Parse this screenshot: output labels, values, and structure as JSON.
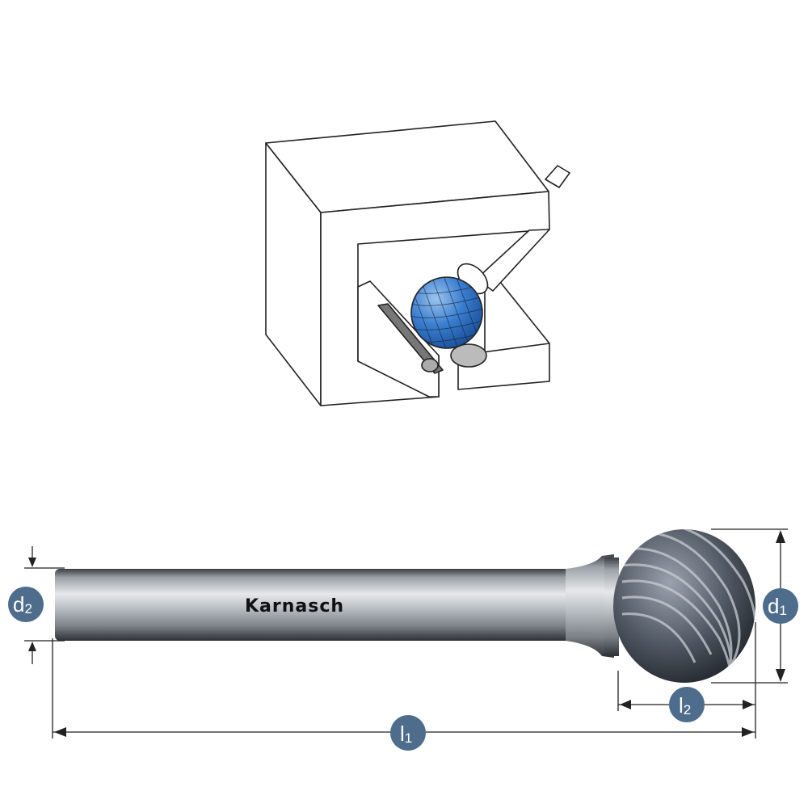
{
  "brand": "Karnasch",
  "dimensions": {
    "d1": {
      "main": "d",
      "sub": "1"
    },
    "d2": {
      "main": "d",
      "sub": "2"
    },
    "l1": {
      "main": "l",
      "sub": "1"
    },
    "l2": {
      "main": "l",
      "sub": "2"
    }
  },
  "colors": {
    "label_bg": "#4e6d8c",
    "burr_blue": "#2f6fc0",
    "line": "#222222"
  }
}
